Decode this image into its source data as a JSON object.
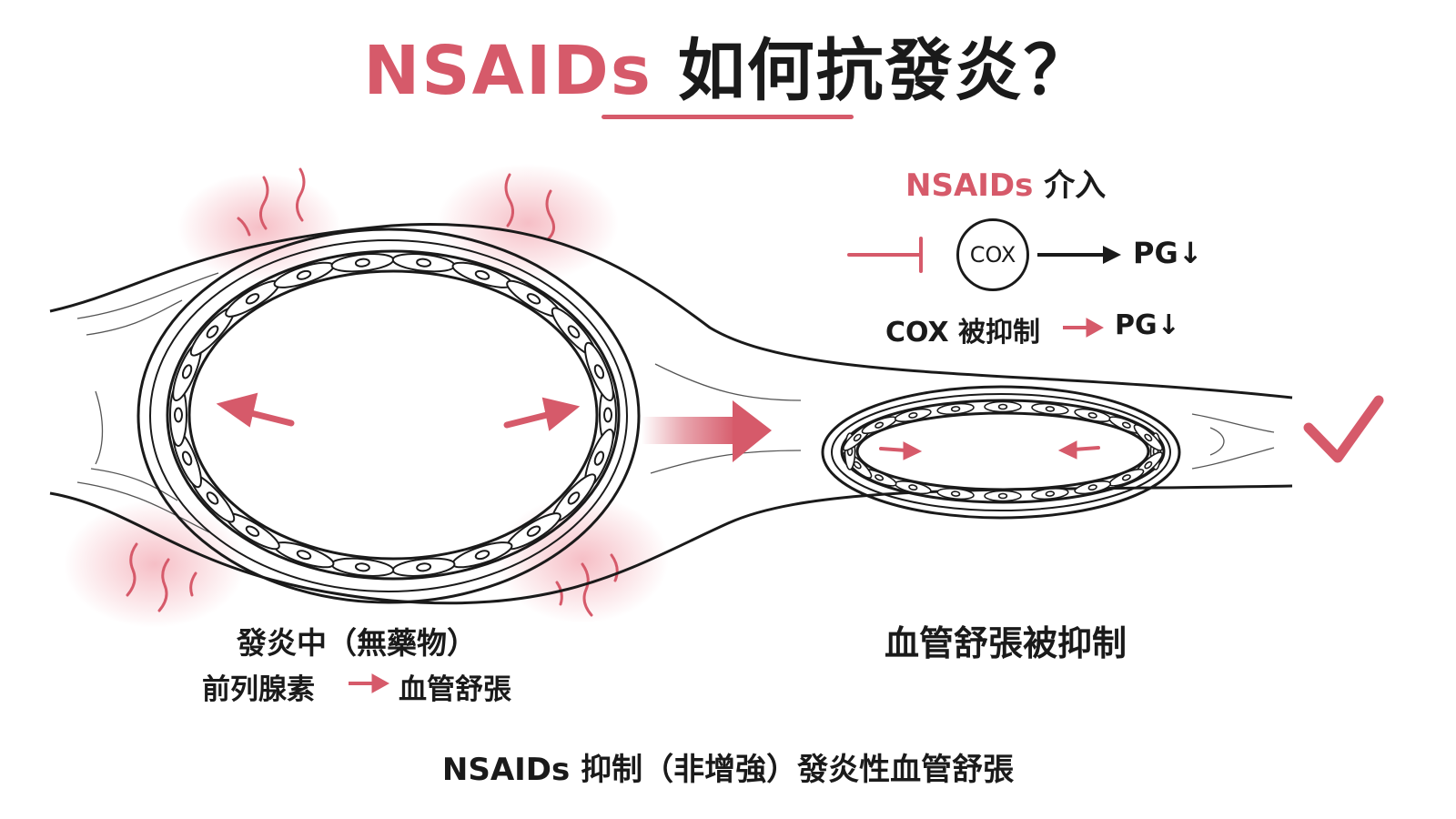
{
  "title": {
    "accent": "NSAIDs",
    "rest": "如何抗發炎？"
  },
  "mechanism": {
    "heading_accent": "NSAIDs",
    "heading_rest": "介入",
    "enzyme": "COX",
    "product": "PG↓",
    "effect_text": "COX 被抑制",
    "effect_result": "PG↓"
  },
  "left_vessel": {
    "caption": "發炎中（無藥物）",
    "pathway_from": "前列腺素",
    "pathway_to": "血管舒張"
  },
  "right_vessel": {
    "caption": "血管舒張被抑制"
  },
  "footer": "NSAIDs 抑制（非增強）發炎性血管舒張",
  "colors": {
    "accent": "#d65a6a",
    "ink": "#1a1a1a",
    "inflammation_glow": "#f6c9cf"
  },
  "icons": {
    "inhibit": "inhibition-tbar-icon",
    "result": "check-mark-icon",
    "expand": "outward-arrow-icon",
    "constrict": "inward-arrow-icon"
  }
}
